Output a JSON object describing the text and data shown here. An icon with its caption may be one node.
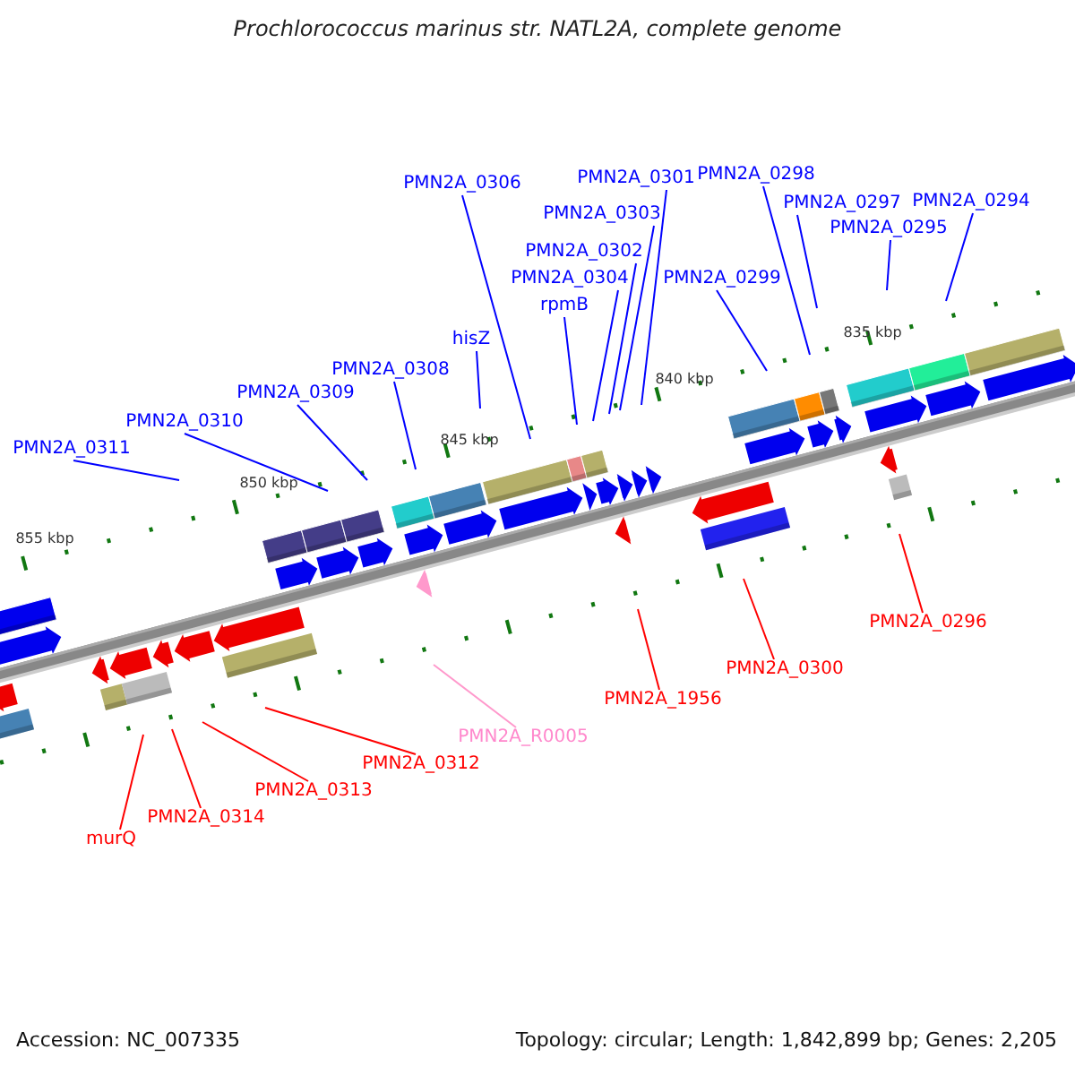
{
  "diagram": {
    "title": "Prochlorococcus marinus str. NATL2A, complete genome",
    "nodes": [
      {
        "text": [
          "PMN2A_0298"
        ]
      },
      {
        "text": [
          "PMN2A_0306"
        ]
      },
      {
        "text": [
          "PMN2A_0294"
        ]
      },
      {
        "text": [
          "PMN2A_0297"
        ]
      },
      {
        "text": [
          "PMN2A_0303"
        ]
      },
      {
        "text": [
          "PMN2A_0295"
        ]
      },
      {
        "text": [
          "rpmB"
        ]
      },
      {
        "text": [
          "PMN2A_0301"
        ]
      },
      {
        "text": [
          "PMN2A_0299"
        ]
      },
      {
        "text": [
          "PMN2A_0302"
        ]
      },
      {
        "text": [
          "PMN2A_0304"
        ]
      },
      {
        "text": [
          "hisZ"
        ]
      },
      {
        "text": [
          "PMN2A_0308"
        ]
      },
      {
        "text": [
          "PMN2A_0309"
        ]
      },
      {
        "text": [
          "PMN2A_0310"
        ]
      },
      {
        "text": [
          "PMN2A_0311"
        ]
      },
      {
        "text": [
          "PMN2A_0296"
        ]
      },
      {
        "text": [
          "PMN2A_0300"
        ]
      },
      {
        "text": [
          "PMN2A_1956"
        ]
      },
      {
        "text": [
          "PMN2A_R0005"
        ]
      },
      {
        "text": [
          "PMN2A_0312"
        ]
      },
      {
        "text": [
          "PMN2A_0313"
        ]
      },
      {
        "text": [
          "PMN2A_0314"
        ]
      },
      {
        "text": [
          "murQ"
        ]
      }
    ],
    "edges": [
      {
        "from": 0,
        "to": null,
        "arrow": "none"
      },
      {
        "from": 1,
        "to": null,
        "arrow": "none"
      },
      {
        "from": 2,
        "to": null,
        "arrow": "none"
      },
      {
        "from": 3,
        "to": null,
        "arrow": "none"
      },
      {
        "from": 4,
        "to": null,
        "arrow": "none"
      },
      {
        "from": 5,
        "to": null,
        "arrow": "none"
      },
      {
        "from": 6,
        "to": null,
        "arrow": "none"
      },
      {
        "from": 7,
        "to": null,
        "arrow": "none"
      },
      {
        "from": 8,
        "to": null,
        "arrow": "none"
      },
      {
        "from": 9,
        "to": null,
        "arrow": "none"
      },
      {
        "from": 10,
        "to": null,
        "arrow": "none"
      },
      {
        "from": 11,
        "to": null,
        "arrow": "none"
      },
      {
        "from": 12,
        "to": null,
        "arrow": "none"
      },
      {
        "from": 13,
        "to": null,
        "arrow": "none"
      },
      {
        "from": 14,
        "to": null,
        "arrow": "none"
      },
      {
        "from": 15,
        "to": null,
        "arrow": "none"
      },
      {
        "from": 16,
        "to": null,
        "arrow": "none",
        "color": "#ff0000"
      },
      {
        "from": 17,
        "to": null,
        "arrow": "none",
        "color": "#ff0000"
      },
      {
        "from": 18,
        "to": null,
        "arrow": "none",
        "color": "#ff0000"
      },
      {
        "from": 19,
        "to": null,
        "arrow": "none",
        "color": "#ff99cc"
      },
      {
        "from": 20,
        "to": null,
        "arrow": "none",
        "color": "#ff0000"
      },
      {
        "from": 21,
        "to": null,
        "arrow": "none",
        "color": "#ff0000"
      },
      {
        "from": 22,
        "to": null,
        "arrow": "none",
        "color": "#ff0000"
      },
      {
        "from": 23,
        "to": null,
        "arrow": "none",
        "color": "#ff0000"
      }
    ],
    "labels": [
      "835 kbp",
      "840 kbp",
      "845 kbp",
      "850 kbp",
      "855 kbp",
      "Accession: NC_007335",
      "Topology: circular; Length: 1,842,899 bp; Genes: 2,205"
    ]
  }
}
